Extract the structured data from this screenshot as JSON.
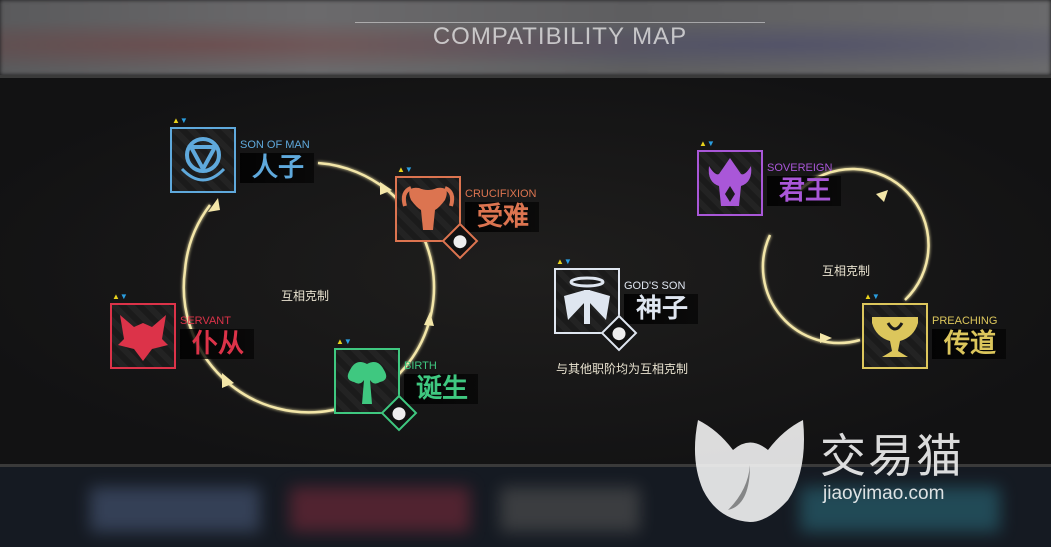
{
  "title": "COMPATIBILITY MAP",
  "left_cycle_label": "互相克制",
  "right_cycle_label": "互相克制",
  "gods_son_note": "与其他职阶均为互相克制",
  "classes": [
    {
      "id": "son-of-man",
      "en": "SON OF MAN",
      "zh": "人子",
      "color": "#5fa9dc",
      "icon": "circle-chevron-icon",
      "badge": false
    },
    {
      "id": "crucifixion",
      "en": "CRUCIFIXION",
      "zh": "受难",
      "color": "#dc7450",
      "icon": "ram-skull-icon",
      "badge": true
    },
    {
      "id": "servant",
      "en": "SERVANT",
      "zh": "仆从",
      "color": "#dc3349",
      "icon": "wolf-icon",
      "badge": false
    },
    {
      "id": "birth",
      "en": "BIRTH",
      "zh": "诞生",
      "color": "#3fc880",
      "icon": "tree-icon",
      "badge": true
    },
    {
      "id": "gods-son",
      "en": "GOD'S SON",
      "zh": "神子",
      "color": "#dfe6f0",
      "icon": "halo-wings-icon",
      "badge": true
    },
    {
      "id": "sovereign",
      "en": "SOVEREIGN",
      "zh": "君王",
      "color": "#a957d8",
      "icon": "crown-icon",
      "badge": false
    },
    {
      "id": "preaching",
      "en": "PREACHING",
      "zh": "传道",
      "color": "#dcc65c",
      "icon": "chalice-icon",
      "badge": false
    }
  ],
  "watermark": {
    "brand": "交易猫",
    "url": "jiaoyimao.com"
  },
  "colors": {
    "ring": "#f3e6a8",
    "up": "#e8d21c",
    "down": "#2a9ee0"
  }
}
